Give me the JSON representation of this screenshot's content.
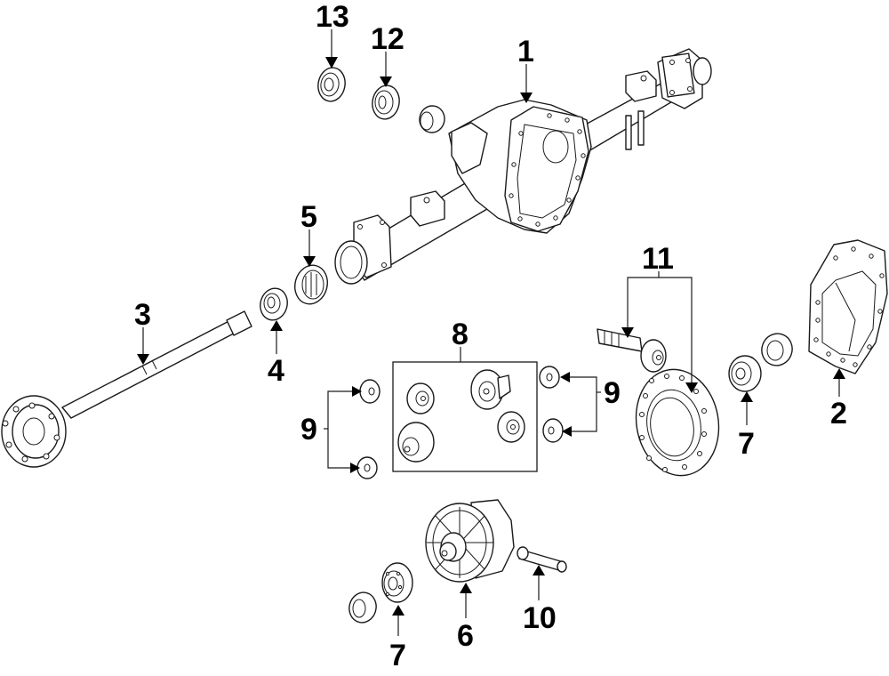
{
  "diagram": {
    "title": "Rear Axle Assembly Exploded View",
    "callouts": [
      {
        "id": "1",
        "label": "1",
        "part": "axle-housing"
      },
      {
        "id": "2",
        "label": "2",
        "part": "differential-cover"
      },
      {
        "id": "3",
        "label": "3",
        "part": "axle-shaft"
      },
      {
        "id": "4",
        "label": "4",
        "part": "axle-seal"
      },
      {
        "id": "5",
        "label": "5",
        "part": "axle-bearing"
      },
      {
        "id": "6",
        "label": "6",
        "part": "differential-case"
      },
      {
        "id": "7a",
        "label": "7",
        "part": "carrier-bearing-right"
      },
      {
        "id": "7b",
        "label": "7",
        "part": "carrier-bearing-left"
      },
      {
        "id": "8",
        "label": "8",
        "part": "differential-gear-kit"
      },
      {
        "id": "9a",
        "label": "9",
        "part": "thrust-washers-left"
      },
      {
        "id": "9b",
        "label": "9",
        "part": "thrust-washers-right"
      },
      {
        "id": "10",
        "label": "10",
        "part": "pinion-shaft"
      },
      {
        "id": "11",
        "label": "11",
        "part": "ring-and-pinion"
      },
      {
        "id": "12",
        "label": "12",
        "part": "pinion-bearing"
      },
      {
        "id": "13",
        "label": "13",
        "part": "pinion-seal"
      }
    ],
    "colors": {
      "line": "#1a1a1a",
      "label": "#000000",
      "background": "#ffffff"
    }
  }
}
